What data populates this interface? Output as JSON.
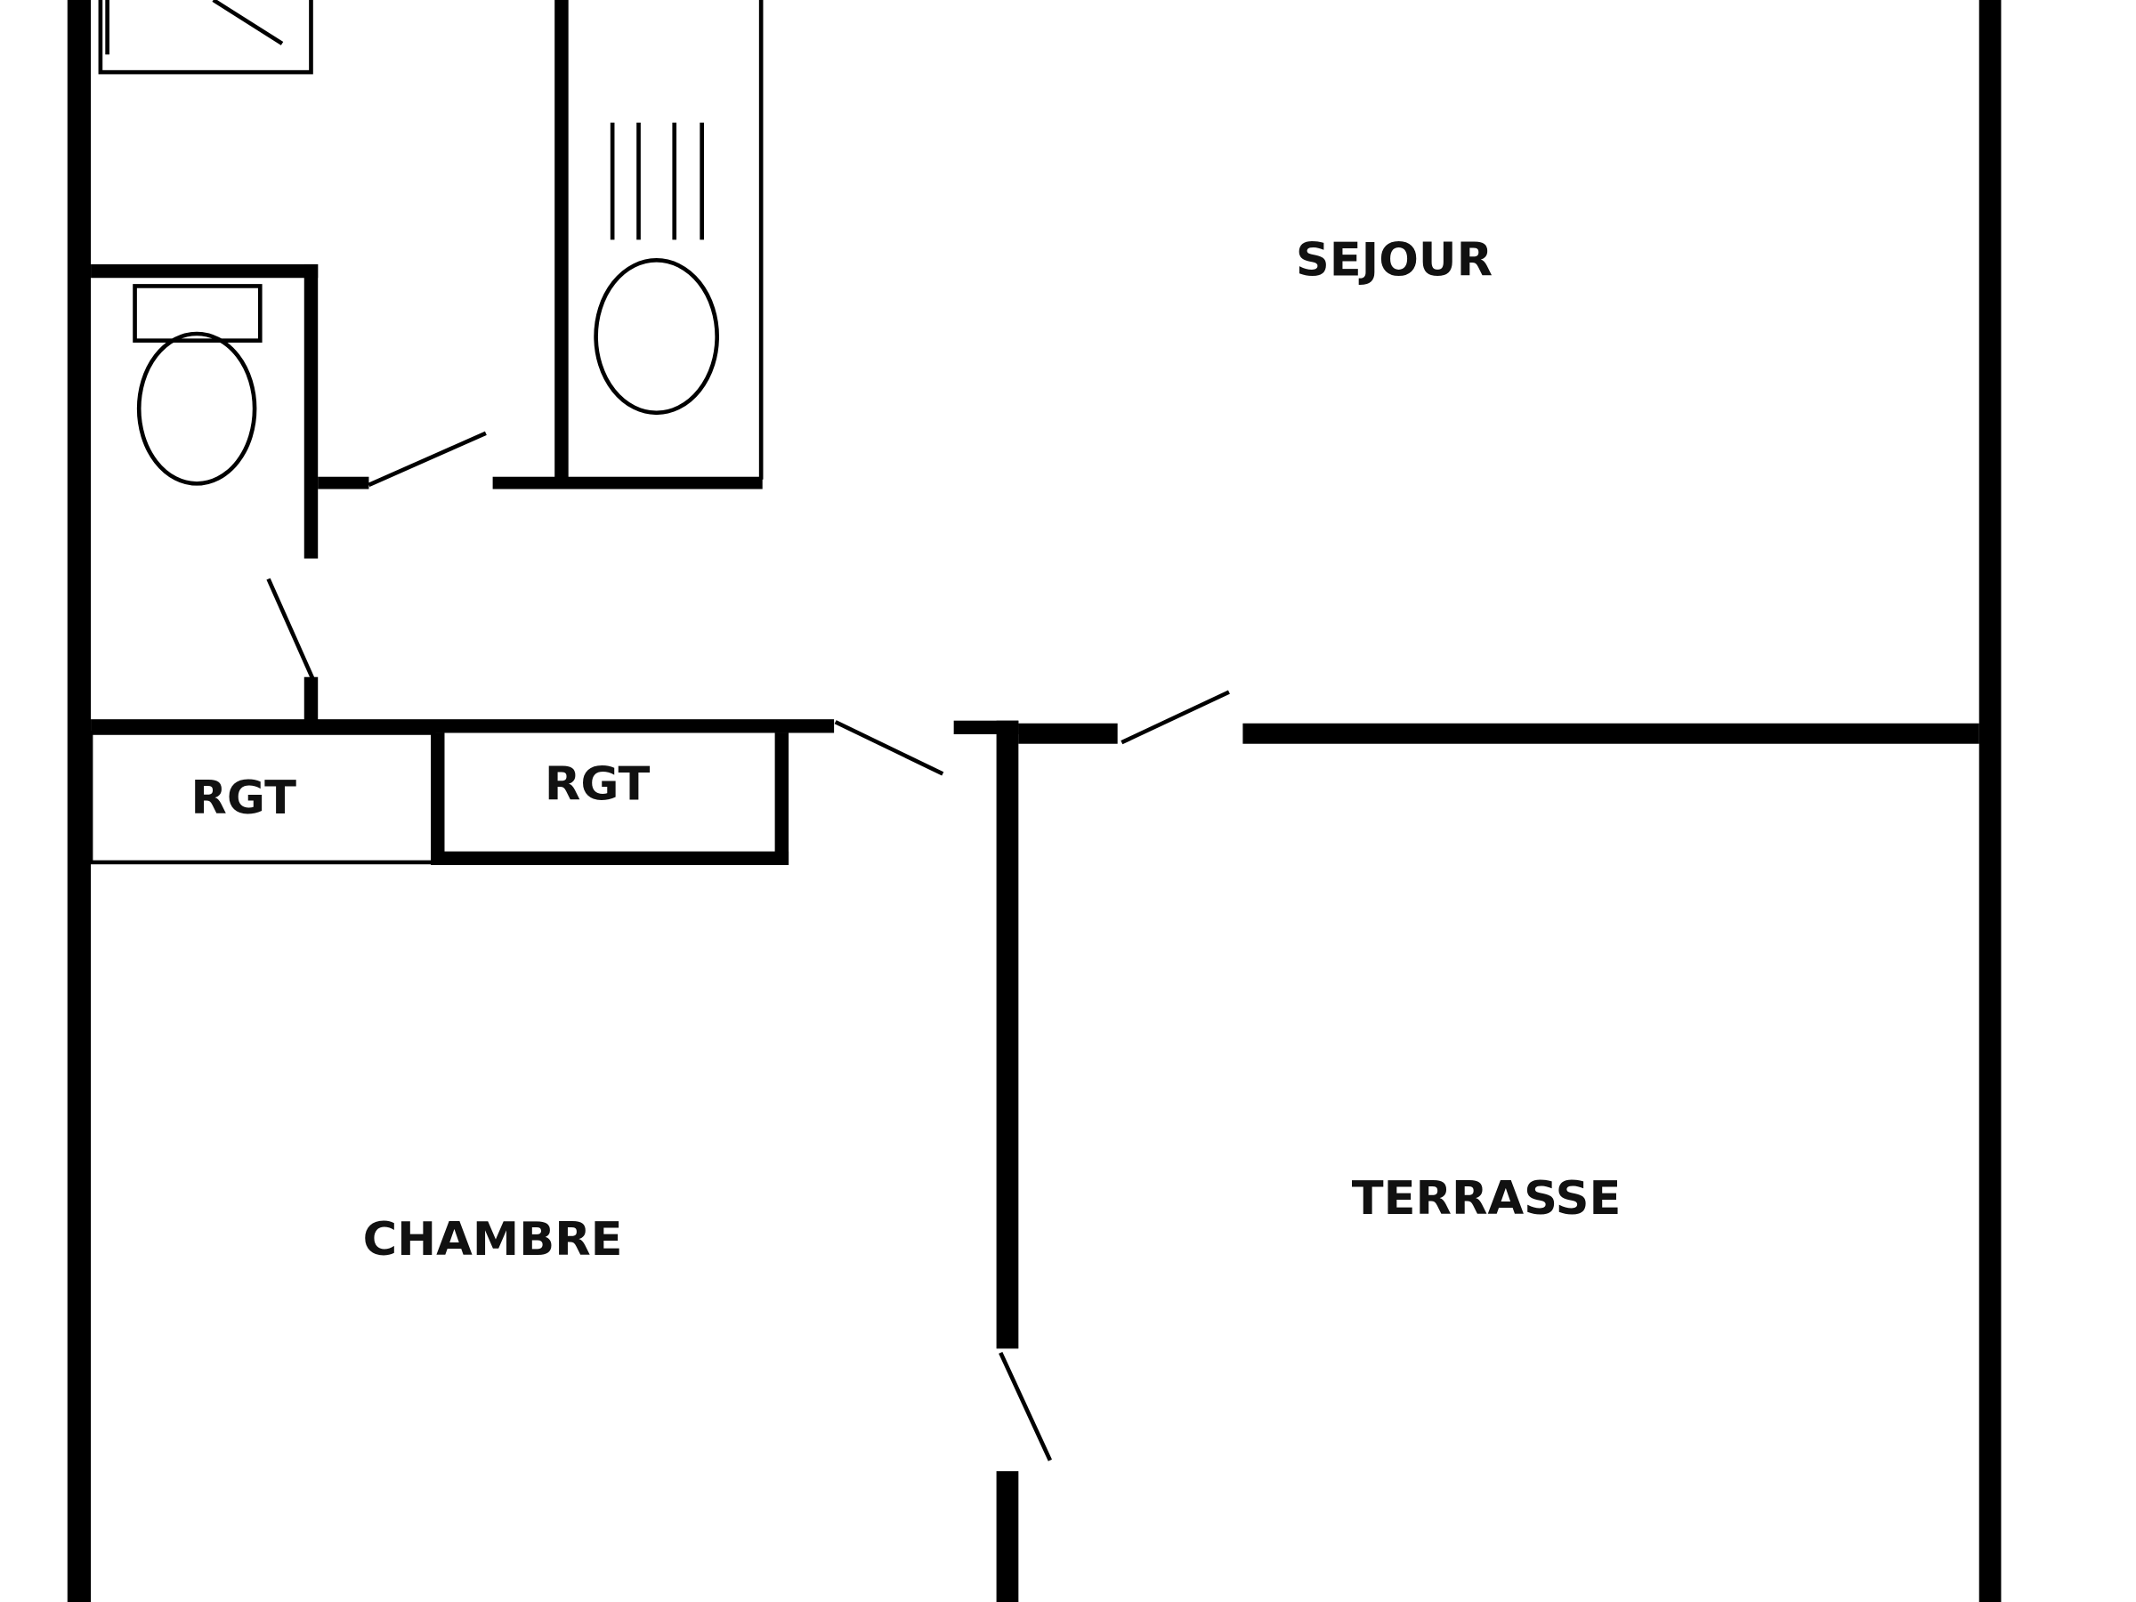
{
  "rooms": {
    "sejour": "SEJOUR",
    "rgt1": "RGT",
    "rgt2": "RGT",
    "chambre": "CHAMBRE",
    "terrasse": "TERRASSE"
  },
  "colors": {
    "wall": "#000000",
    "background": "#ffffff"
  }
}
